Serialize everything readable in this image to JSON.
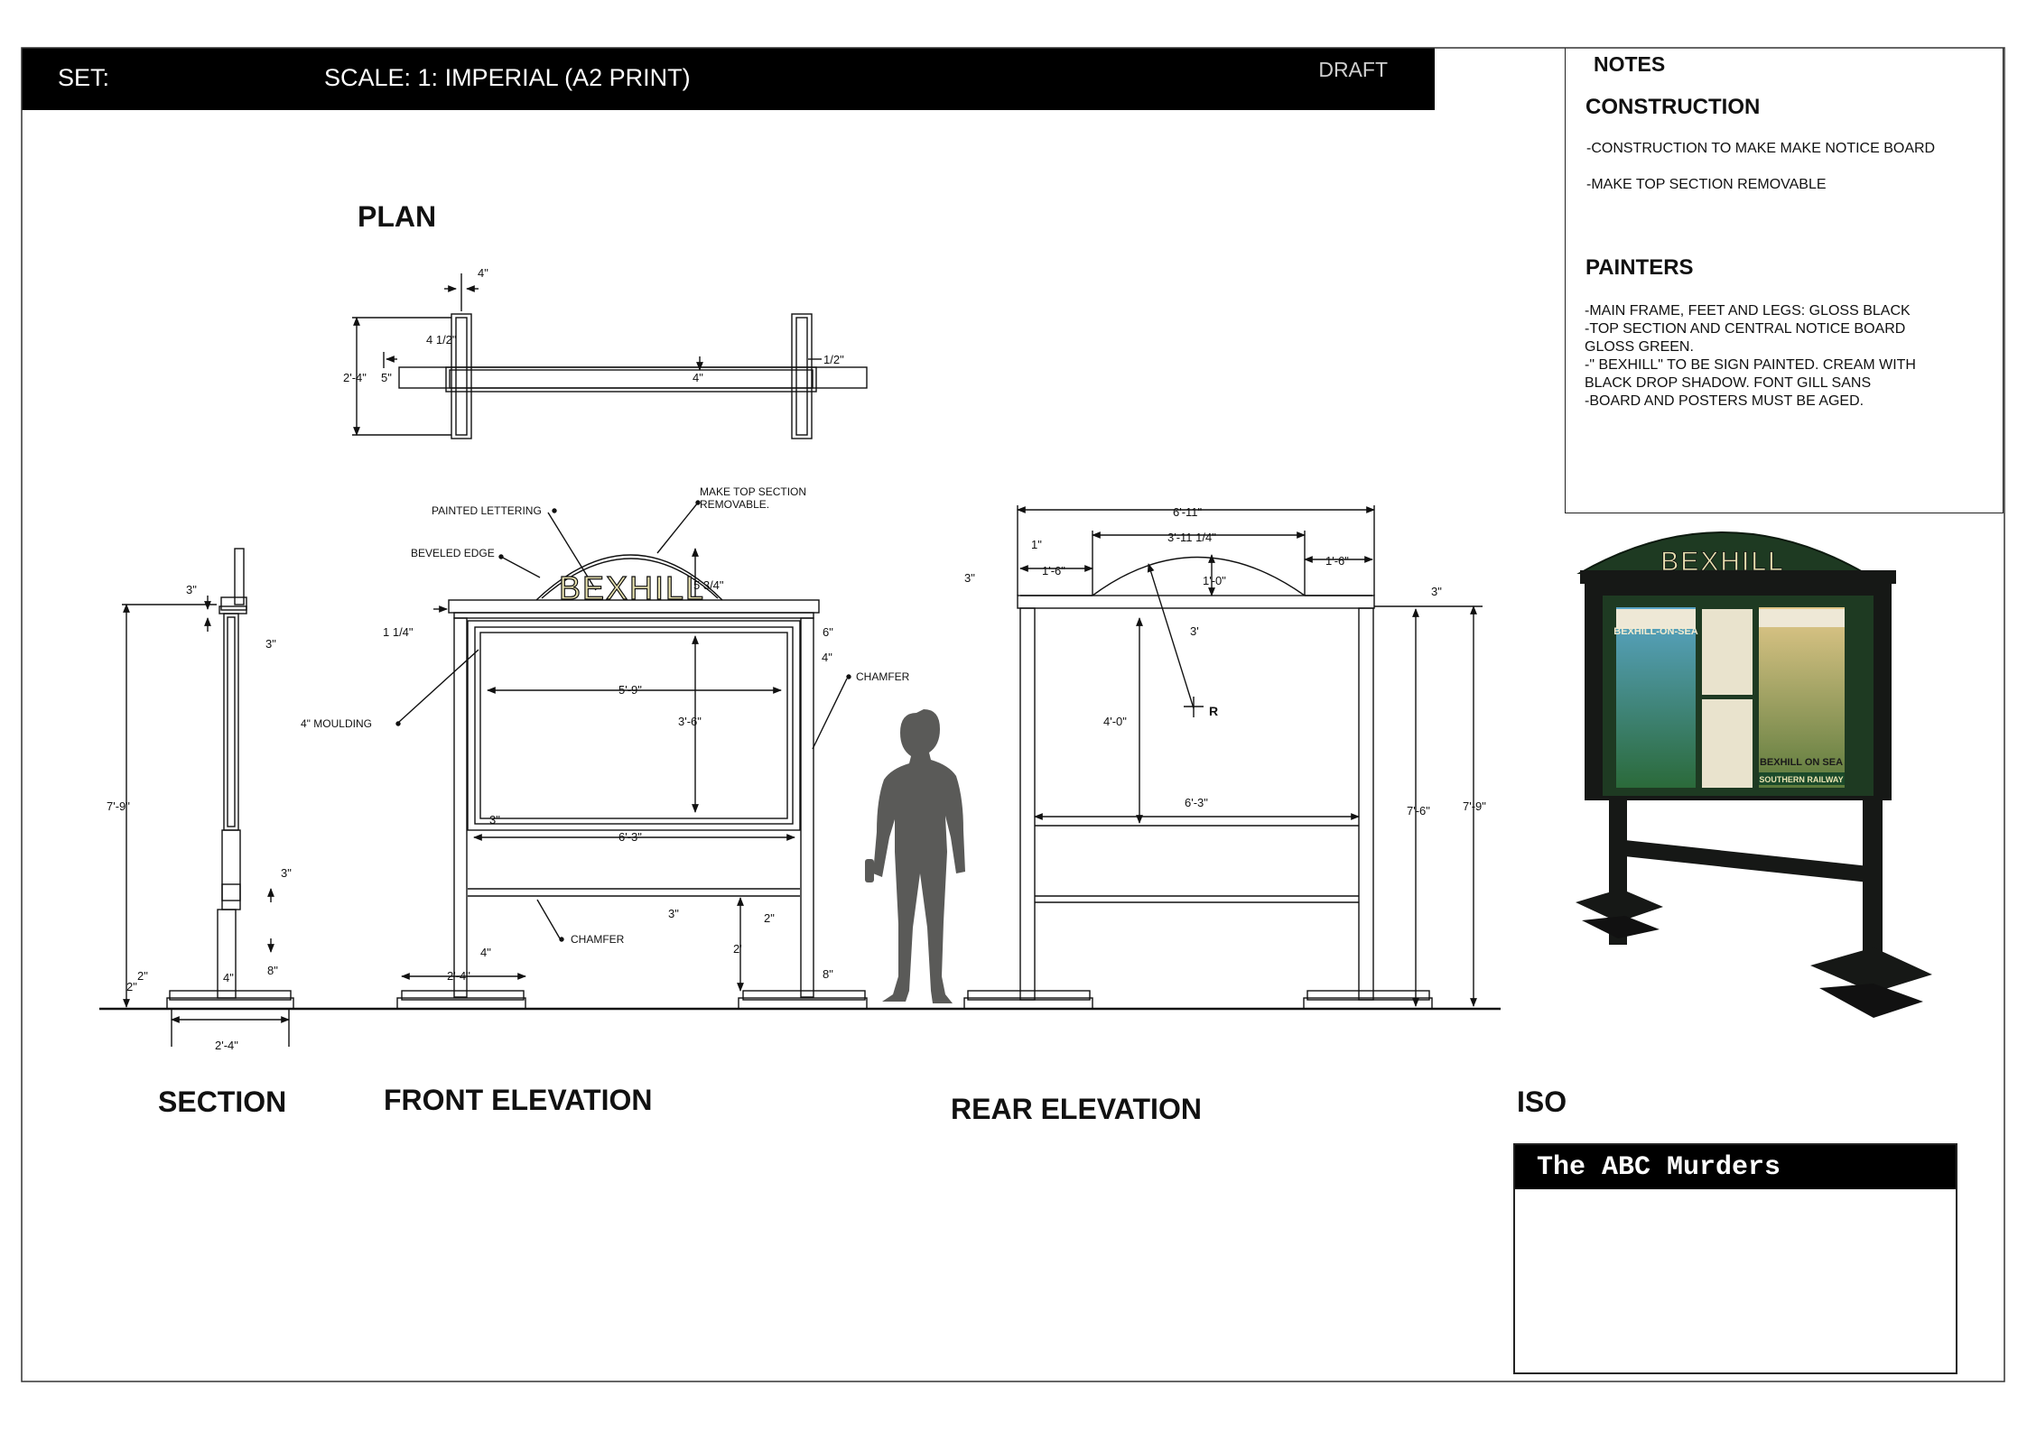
{
  "header": {
    "set_label": "SET:",
    "scale_label": "SCALE: 1:  IMPERIAL (A2 PRINT)",
    "status": "DRAFT"
  },
  "notes": {
    "title": "NOTES",
    "construction": {
      "heading": "CONSTRUCTION",
      "lines": [
        "-CONSTRUCTION TO MAKE MAKE NOTICE BOARD",
        "-MAKE TOP SECTION REMOVABLE"
      ]
    },
    "painters": {
      "heading": "PAINTERS",
      "lines": [
        "-MAIN FRAME, FEET AND LEGS: GLOSS BLACK",
        "-TOP SECTION AND CENTRAL NOTICE BOARD",
        "GLOSS GREEN.",
        "-\" BEXHILL\" TO BE SIGN PAINTED. CREAM WITH",
        "BLACK DROP SHADOW. FONT GILL SANS",
        "-BOARD AND POSTERS MUST BE AGED."
      ]
    }
  },
  "views": {
    "plan": "PLAN",
    "section": "SECTION",
    "front": "FRONT ELEVATION",
    "rear": "REAR ELEVATION",
    "iso": "ISO"
  },
  "sign_text": "BEXHILL",
  "annotations": {
    "painted_lettering": "PAINTED LETTERING",
    "beveled_edge": "BEVELED EDGE",
    "make_top_1": "MAKE TOP SECTION",
    "make_top_2": "REMOVABLE.",
    "chamfer": "CHAMFER",
    "moulding": "4\" MOULDING",
    "radius": "R"
  },
  "dimensions": {
    "plan_4": "4\"",
    "plan_4half": "4 1/2\"",
    "plan_2_4": "2'-4\"",
    "plan_5": "5\"",
    "plan_half": "1/2\"",
    "plan_4b": "4\"",
    "sec_3": "3\"",
    "sec_3b": "3\"",
    "sec_7_9": "7'-9\"",
    "sec_3c": "3\"",
    "sec_8": "8\"",
    "sec_4": "4\"",
    "sec_2a": "2\"",
    "sec_2b": "2\"",
    "sec_2_4": "2'-4\"",
    "fr_5_3_4": "5 3/4\"",
    "fr_1_1_4": "1 1/4\"",
    "fr_6": "6\"",
    "fr_4": "4\"",
    "fr_5_9": "5'-9\"",
    "fr_3_6": "3'-6\"",
    "fr_3": "3\"",
    "fr_6_3": "6'-3\"",
    "fr_3b": "3\"",
    "fr_2": "2\"",
    "fr_2ft": "2'",
    "fr_8": "8\"",
    "fr_4b": "4\"",
    "fr_2_4": "2'-4\"",
    "re_6_11": "6'-11\"",
    "re_3_11": "3'-11 1/4\"",
    "re_1": "1\"",
    "re_1_6a": "1'-6\"",
    "re_1_6b": "1'-6\"",
    "re_3": "3\"",
    "re_1_0": "1'-0\"",
    "re_3ft": "3'",
    "re_3b": "3\"",
    "re_4_0": "4'-0\"",
    "re_6_3": "6'-3\"",
    "re_7_6": "7'-6\"",
    "re_7_9": "7'-9\""
  },
  "iso_posters": {
    "left_title": "BEXHILL-ON-SEA",
    "right_title": "BEXHILL ON SEA",
    "right_sub": "SOUTHERN RAILWAY"
  },
  "title_block": {
    "production": "The ABC Murders"
  },
  "colors": {
    "title_bar": "#000000",
    "figure": "#5a5a58",
    "board_green": "#1e3a22",
    "frame_black": "#161816",
    "lettering_cream": "#e8e2b0"
  }
}
